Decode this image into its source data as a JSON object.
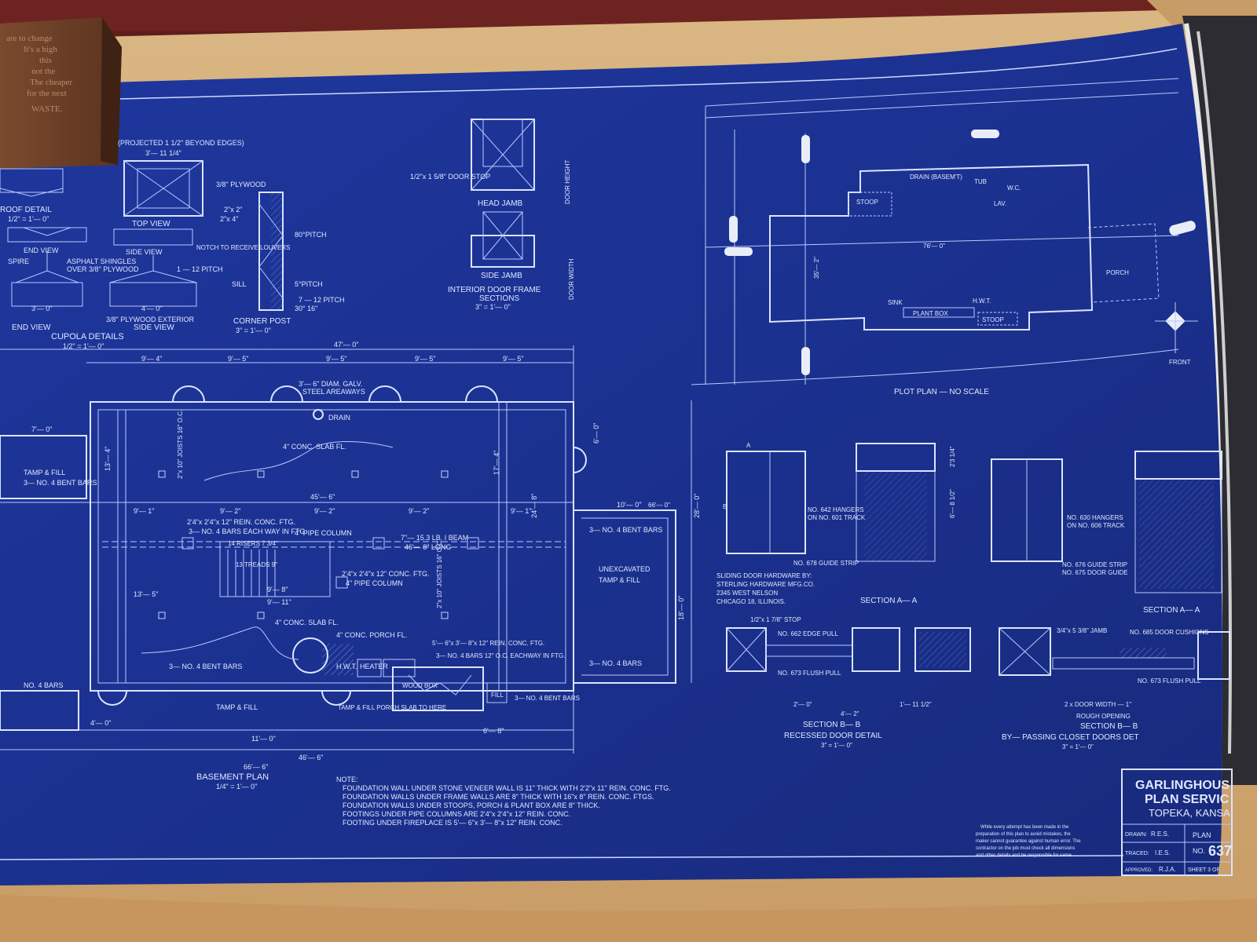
{
  "photo_background": {
    "table_color": "#5a1c1a",
    "paper_color": "#d7b07d",
    "blueprint_color": "#1b2f8f",
    "line_color": "#d8e2ff"
  },
  "wood_block_text": [
    "are to change",
    "It's a high",
    "this",
    "not the",
    "The cheaper",
    "for the next",
    "WASTE."
  ],
  "cupola": {
    "title": "CUPOLA DETAILS",
    "scale": "1/2\" = 1'— 0\"",
    "roof_detail": "ROOF DETAIL",
    "roof_scale": "1/2\" = 1'— 0\"",
    "top_view": "TOP VIEW",
    "side_view_top": "SIDE VIEW",
    "end_view_top": "END VIEW",
    "end_view": "END VIEW",
    "side_view": "SIDE VIEW",
    "projected": "(PROJECTED 1 1/2\" BEYOND EDGES)",
    "dim_3_11": "3'— 11 1/4\"",
    "spire": "SPIRE",
    "asphalt": "ASPHALT SHINGLES",
    "over_plywood": "OVER 3/8\" PLYWOOD",
    "pitch_1_12": "1 — 12 PITCH",
    "dim_3_0": "3'— 0\"",
    "dim_4_0": "4'— 0\"",
    "exterior": "3/8\" PLYWOOD EXTERIOR",
    "notch": "NOTCH TO RECEIVE LOUVERS"
  },
  "corner_post": {
    "title": "CORNER POST",
    "scale": "3\" = 1'— 0\"",
    "plywood": "3/8\" PLYWOOD",
    "stud_2x2": "2\"x 2\"",
    "stud_2x4": "2\"x 4\"",
    "pitch_80": "80°PITCH",
    "pitch_5": "5°PITCH",
    "sill": "SILL",
    "pitch_7_12": "7 — 12 PITCH",
    "dim_30_16": "30° 16\""
  },
  "door_frame": {
    "title": "INTERIOR DOOR FRAME",
    "subtitle": "SECTIONS",
    "scale": "3\" = 1'— 0\"",
    "head_jamb": "HEAD JAMB",
    "side_jamb": "SIDE JAMB",
    "door_stop": "1/2\"x 1 5/8\" DOOR STOP",
    "door_height": "DOOR HEIGHT",
    "door_width": "DOOR WIDTH"
  },
  "plot_plan": {
    "title": "PLOT PLAN — NO SCALE",
    "drain": "DRAIN (BASEM'T)",
    "tub": "TUB",
    "wc": "W.C.",
    "lav": "LAV.",
    "stoop_top": "STOOP",
    "porch": "PORCH",
    "sink": "SINK",
    "plant_box": "PLANT BOX",
    "hwt": "H.W.T.",
    "stoop_bottom": "STOOP",
    "width": "76'— 0\"",
    "depth": "35'— 2\"",
    "front": "FRONT"
  },
  "basement": {
    "title": "BASEMENT PLAN",
    "scale": "1/4\" = 1'— 0\"",
    "overall_47": "47'— 0\"",
    "d9_4": "9'— 4\"",
    "d9_5a": "9'— 5\"",
    "d9_5b": "9'— 5\"",
    "d9_5c": "9'— 5\"",
    "d9_5d": "9'— 5\"",
    "areaways": "3'— 6\" DIAM. GALV.",
    "areaways2": "STEEL AREAWAYS",
    "drain": "DRAIN",
    "joists_left": "2\"x 10\" JOISTS 16\" O.C.",
    "slab1": "4\" CONC. SLAB FL.",
    "d45_6": "45'— 6\"",
    "d9_2a": "9'— 2\"",
    "d9_2b": "9'— 2\"",
    "d9_2c": "9'— 2\"",
    "d9_1a": "9'— 1\"",
    "d9_1b": "9'— 1\"",
    "ftg": "2'4\"x 2'4\"x 12\" REIN. CONC. FTG.",
    "bars_each": "3— NO. 4 BARS EACH WAY IN FTG.",
    "pipe_column": "4\" PIPE COLUMN",
    "ibeam": "7\"— 15.3 LB. I BEAM",
    "ibeam_long": "46'— 8\" LONG",
    "risers": "14 RISERS 7 3/4\"",
    "treads": "13 TREADS 9\"",
    "ftg2": "2'4\"x 2'4\"x 12\" CONC. FTG.",
    "pipe_column2": "4\" PIPE COLUMN",
    "d13_5": "13'— 5\"",
    "d9_8": "9'— 8\"",
    "d9_11": "9'— 11\"",
    "joists_right": "2\"x 10\" JOISTS 16\" O.C.",
    "slab2": "4\" CONC. SLAB FL.",
    "porch_fl": "4\" CONC. PORCH FL.",
    "bent_bars": "3— NO. 4 BENT BARS",
    "hwt": "H.W.T.",
    "heater": "HEATER",
    "ftg_fireplace": "5'— 6\"x 3'— 8\"x 12\" REIN. CONC. FTG.",
    "bars12": "3— NO. 4 BARS 12\" O.C. EACHWAY IN FTG.",
    "woodbox": "WOOD BOX",
    "tamp_fill": "TAMP & FILL",
    "porch_slab": "TAMP & FILL PORCH SLAB TO HERE",
    "bent_bars2": "3— NO. 4 BENT BARS",
    "fill": "FILL",
    "d11_0": "11'— 0\"",
    "d6_8": "6'— 8\"",
    "d46_6": "46'— 6\"",
    "d66_6": "66'— 6\"",
    "d4_0": "4'— 0\"",
    "d7_0": "7'— 0\"",
    "tamp_left": "TAMP & FILL",
    "bent_left": "3— NO. 4 BENT BARS",
    "no4_bars": "NO. 4 BARS",
    "d10_0": "10'— 0\"",
    "unexcavated": "UNEXCAVATED",
    "tamp_right": "TAMP & FILL",
    "bent_right": "3— NO. 4 BENT BARS",
    "bent_right2": "3— NO. 4 BARS",
    "d28_0": "28'— 0\"",
    "d18_0": "18'— 0\"",
    "d24_8": "24'— 8\"",
    "d13_4": "13'— 4\"",
    "d17_4": "17'— 4\"",
    "d6_0": "6'— 0\"",
    "d66_0": "66'— 0\""
  },
  "notes": {
    "label": "NOTE:",
    "lines": [
      "FOUNDATION WALL UNDER STONE VENEER WALL IS 11\" THICK WITH 2'2\"x 11\" REIN. CONC. FTG.",
      "FOUNDATION WALLS UNDER FRAME WALLS ARE 8\" THICK WITH 16\"x 8\" REIN. CONC. FTGS.",
      "FOUNDATION WALLS UNDER STOOPS, PORCH & PLANT BOX ARE 8\" THICK.",
      "FOOTINGS UNDER PIPE COLUMNS ARE 2'4\"x 2'4\"x 12\" REIN. CONC.",
      "FOOTING UNDER FIREPLACE IS 5'— 6\"x 3'— 8\"x 12\" REIN. CONC."
    ]
  },
  "sliding_door": {
    "hardware": "SLIDING DOOR HARDWARE BY:",
    "maker": "STERLING HARDWARE MFG.CO.",
    "address": "2345 WEST NELSON",
    "city": "CHICAGO 18, ILLINOIS.",
    "hangers": "NO. 642 HANGERS",
    "track": "ON NO. 601 TRACK",
    "guide_strip": "NO. 678 GUIDE STRIP",
    "section_aa": "SECTION A— A",
    "stop": "1/2\"x 1 7/8\" STOP",
    "edge_pull": "NO. 662 EDGE PULL",
    "flush_pull": "NO. 673 FLUSH PULL",
    "d2_0": "2'— 0\"",
    "d1_11": "1'— 11 1/2\"",
    "d4_2": "4'— 2\"",
    "section_bb": "SECTION B— B",
    "recessed": "RECESSED DOOR DETAIL",
    "scale": "3\" = 1'— 0\"",
    "label_a": "A",
    "label_b": "B",
    "d6_8": "6'— 8 1/2\"",
    "d2_3": "2'3 1/4\""
  },
  "closet_doors": {
    "hangers": "NO. 630 HANGERS",
    "track": "ON NO. 606 TRACK",
    "guide_strip": "NO. 676 GUIDE STRIP",
    "door_guide": "NO. 675 DOOR GUIDE",
    "section_aa": "SECTION A— A",
    "jamb": "3/4\"x 5 3/8\" JAMB",
    "cushions": "NO. 685 DOOR CUSHIONS",
    "flush_pull": "NO. 673 FLUSH PULL",
    "door_width": "2 x DOOR WIDTH — 1\"",
    "rough": "ROUGH OPENING",
    "section_bb": "SECTION B— B",
    "title": "BY— PASSING CLOSET DOORS DET",
    "scale": "3\" = 1'— 0\""
  },
  "title_block": {
    "company": "GARLINGHOUS",
    "service": "PLAN SERVIC",
    "city": "TOPEKA, KANSA",
    "disclaimer": [
      "While every attempt has been made in the",
      "preparation of this plan to avoid mistakes, the",
      "maker cannot guarantee against human error. The",
      "contractor on the job must check all dimensions",
      "and other details and be responsible for same."
    ],
    "drawn_label": "DRAWN:",
    "drawn_value": "R.E.S.",
    "traced_label": "TRACED:",
    "traced_value": "I.E.S.",
    "approved_label": "APPROVED:",
    "approved_value": "R.J.A.",
    "plan_label": "PLAN",
    "plan_no_label": "NO.",
    "plan_no": "637",
    "sheet": "SHEET 3 OF"
  }
}
